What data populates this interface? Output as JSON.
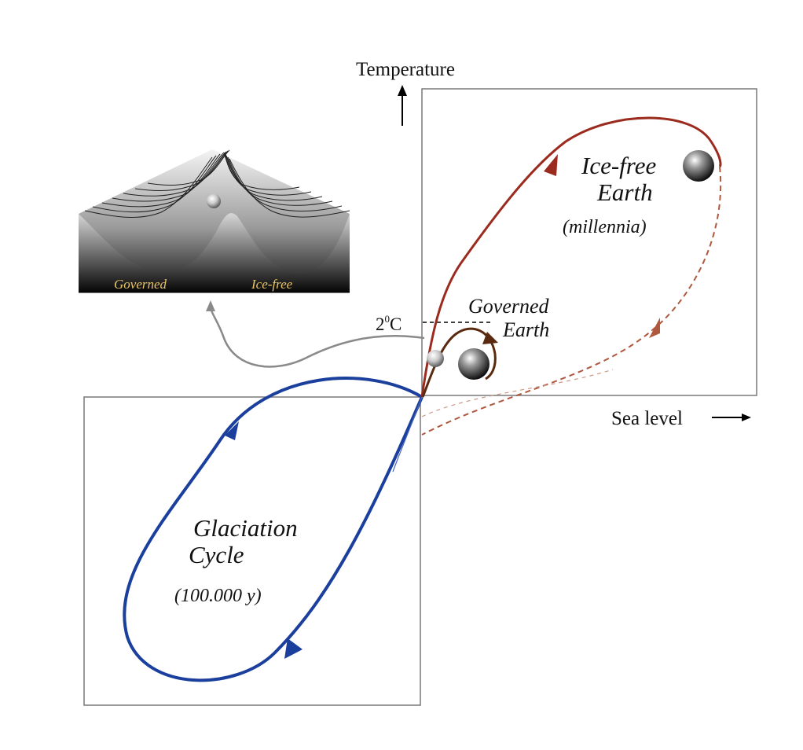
{
  "axes": {
    "y_label": "Temperature",
    "x_label": "Sea level"
  },
  "threshold": {
    "value": "2",
    "superscript": "0",
    "unit": "C"
  },
  "regions": {
    "ice_free": {
      "line1": "Ice-free",
      "line2": "Earth",
      "timescale": "(millennia)"
    },
    "governed": {
      "line1": "Governed",
      "line2": "Earth"
    },
    "glaciation": {
      "line1": "Glaciation",
      "line2": "Cycle",
      "timescale": "(100.000 y)"
    }
  },
  "landscape_inset": {
    "left_label": "Governed",
    "right_label": "Ice-free"
  },
  "colors": {
    "ice_free_path": "#9b2b1e",
    "return_path": "#b0583e",
    "governed_loop": "#5a2a10",
    "glaciation_loop": "#1b3f9c",
    "connector": "#8a8a8a",
    "inset_label": "#e8c46a"
  }
}
